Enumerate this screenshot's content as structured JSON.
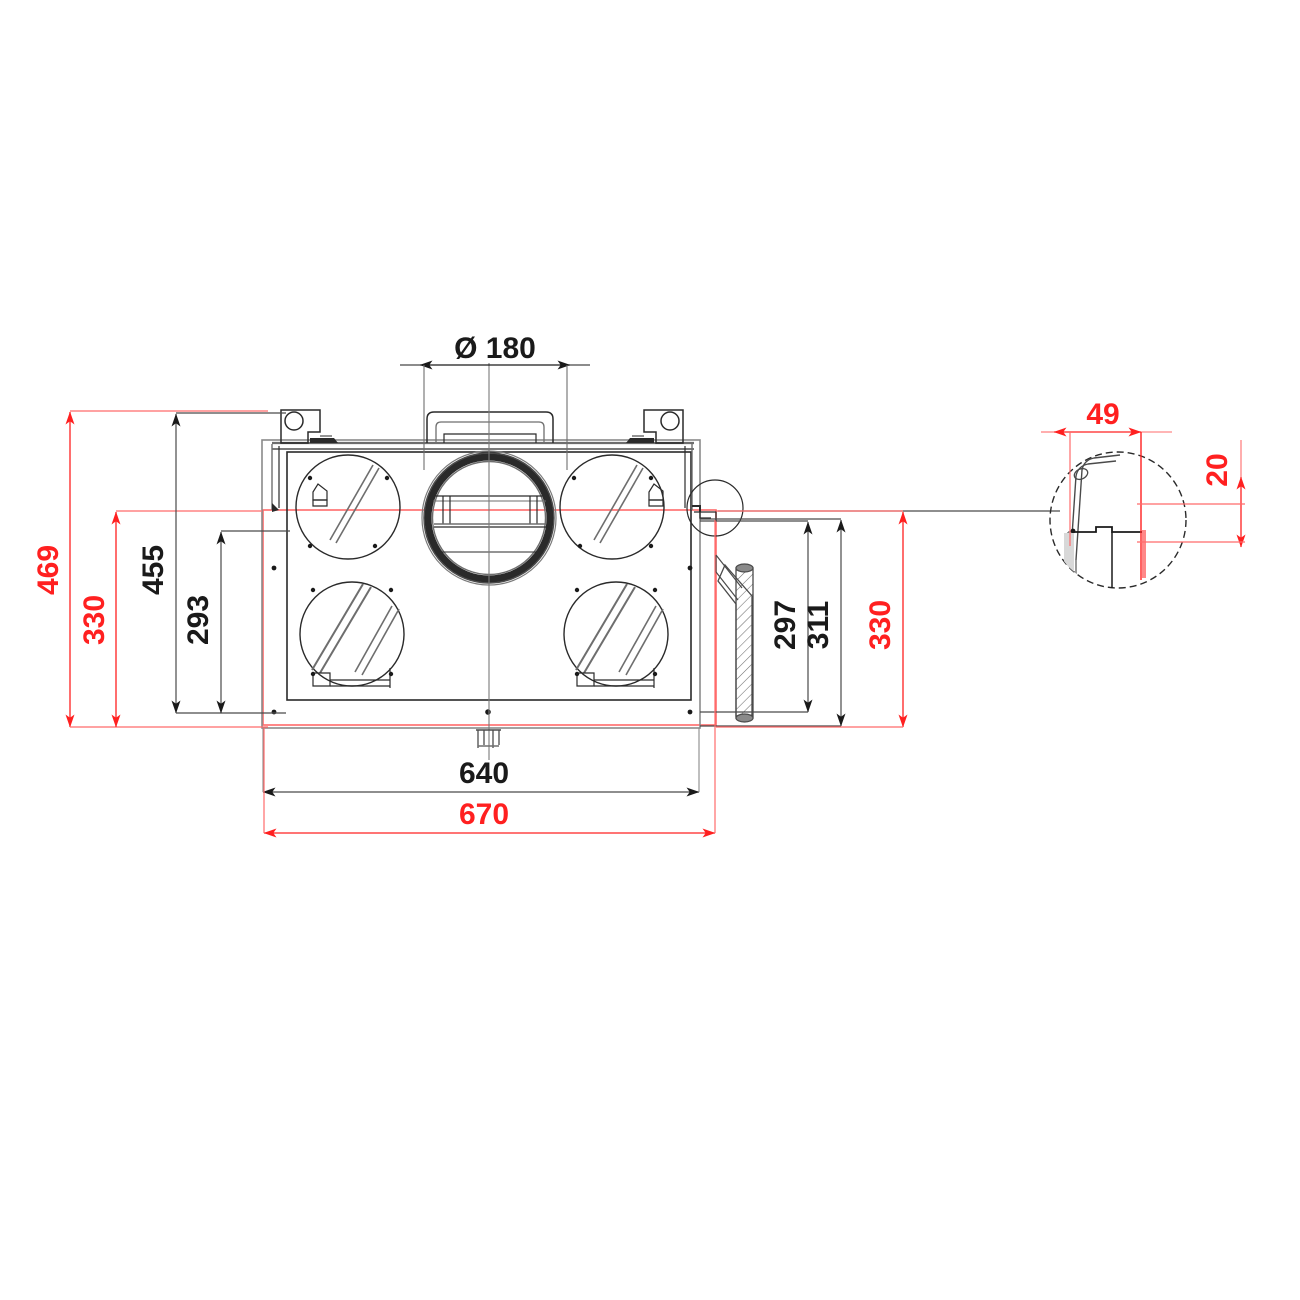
{
  "drawing": {
    "title": "Ventilation unit plan view with detail callout",
    "units": "mm",
    "colors": {
      "outline": "#1a1a1a",
      "secondary": "#6e6e6e",
      "dimension_red": "#ff2020",
      "dimension_black": "#1a1a1a",
      "background": "#ffffff"
    }
  },
  "dimensions": {
    "diameter_top": {
      "label": "Ø 180",
      "value": 180,
      "symbol": "Ø",
      "color": "#1a1a1a",
      "orientation": "horizontal",
      "location": "top-center"
    },
    "left_outer": {
      "label": "469",
      "value": 469,
      "color": "#ff2020",
      "orientation": "vertical",
      "location": "left"
    },
    "left_inner_red": {
      "label": "330",
      "value": 330,
      "color": "#ff2020",
      "orientation": "vertical",
      "location": "left"
    },
    "left_black_outer": {
      "label": "455",
      "value": 455,
      "color": "#1a1a1a",
      "orientation": "vertical",
      "location": "left"
    },
    "left_black_inner": {
      "label": "293",
      "value": 293,
      "color": "#1a1a1a",
      "orientation": "vertical",
      "location": "left"
    },
    "right_black_inner": {
      "label": "297",
      "value": 297,
      "color": "#1a1a1a",
      "orientation": "vertical",
      "location": "right"
    },
    "right_black_outer": {
      "label": "311",
      "value": 311,
      "color": "#1a1a1a",
      "orientation": "vertical",
      "location": "right"
    },
    "right_red": {
      "label": "330",
      "value": 330,
      "color": "#ff2020",
      "orientation": "vertical",
      "location": "right"
    },
    "bottom_black": {
      "label": "640",
      "value": 640,
      "color": "#1a1a1a",
      "orientation": "horizontal",
      "location": "bottom"
    },
    "bottom_red": {
      "label": "670",
      "value": 670,
      "color": "#ff2020",
      "orientation": "horizontal",
      "location": "bottom"
    },
    "detail_width": {
      "label": "49",
      "value": 49,
      "color": "#ff2020",
      "orientation": "horizontal",
      "location": "detail-top"
    },
    "detail_height": {
      "label": "20",
      "value": 20,
      "color": "#ff2020",
      "orientation": "vertical",
      "location": "detail-right"
    }
  },
  "features": {
    "ports": [
      {
        "name": "port-upper-left"
      },
      {
        "name": "port-upper-right"
      },
      {
        "name": "port-lower-left"
      },
      {
        "name": "port-lower-right"
      }
    ],
    "center_flange": {
      "name": "center-circular-flange"
    },
    "top_lid": {
      "name": "top-lid-protrusion"
    },
    "brackets": [
      {
        "name": "mounting-bracket-left"
      },
      {
        "name": "mounting-bracket-right"
      }
    ],
    "side_connector": {
      "name": "hatched-side-connector"
    },
    "drain": {
      "name": "bottom-drain-spigot"
    },
    "detail_marker": {
      "name": "detail-circle-marker"
    },
    "detail_view": {
      "name": "detail-enlarged-view"
    }
  }
}
